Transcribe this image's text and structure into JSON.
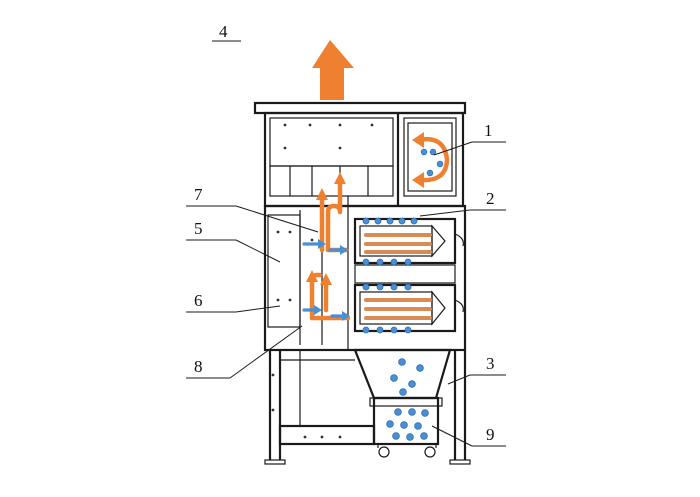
{
  "labels": {
    "title_number": "4",
    "n1": "1",
    "n2": "2",
    "n3": "3",
    "n5": "5",
    "n6": "6",
    "n7": "7",
    "n8": "8",
    "n9": "9"
  },
  "colors": {
    "exhaust_arrow": "#ee8030",
    "air_flow": "#ee8030",
    "particles": "#4a8fd4",
    "line": "#1a1a1a"
  }
}
